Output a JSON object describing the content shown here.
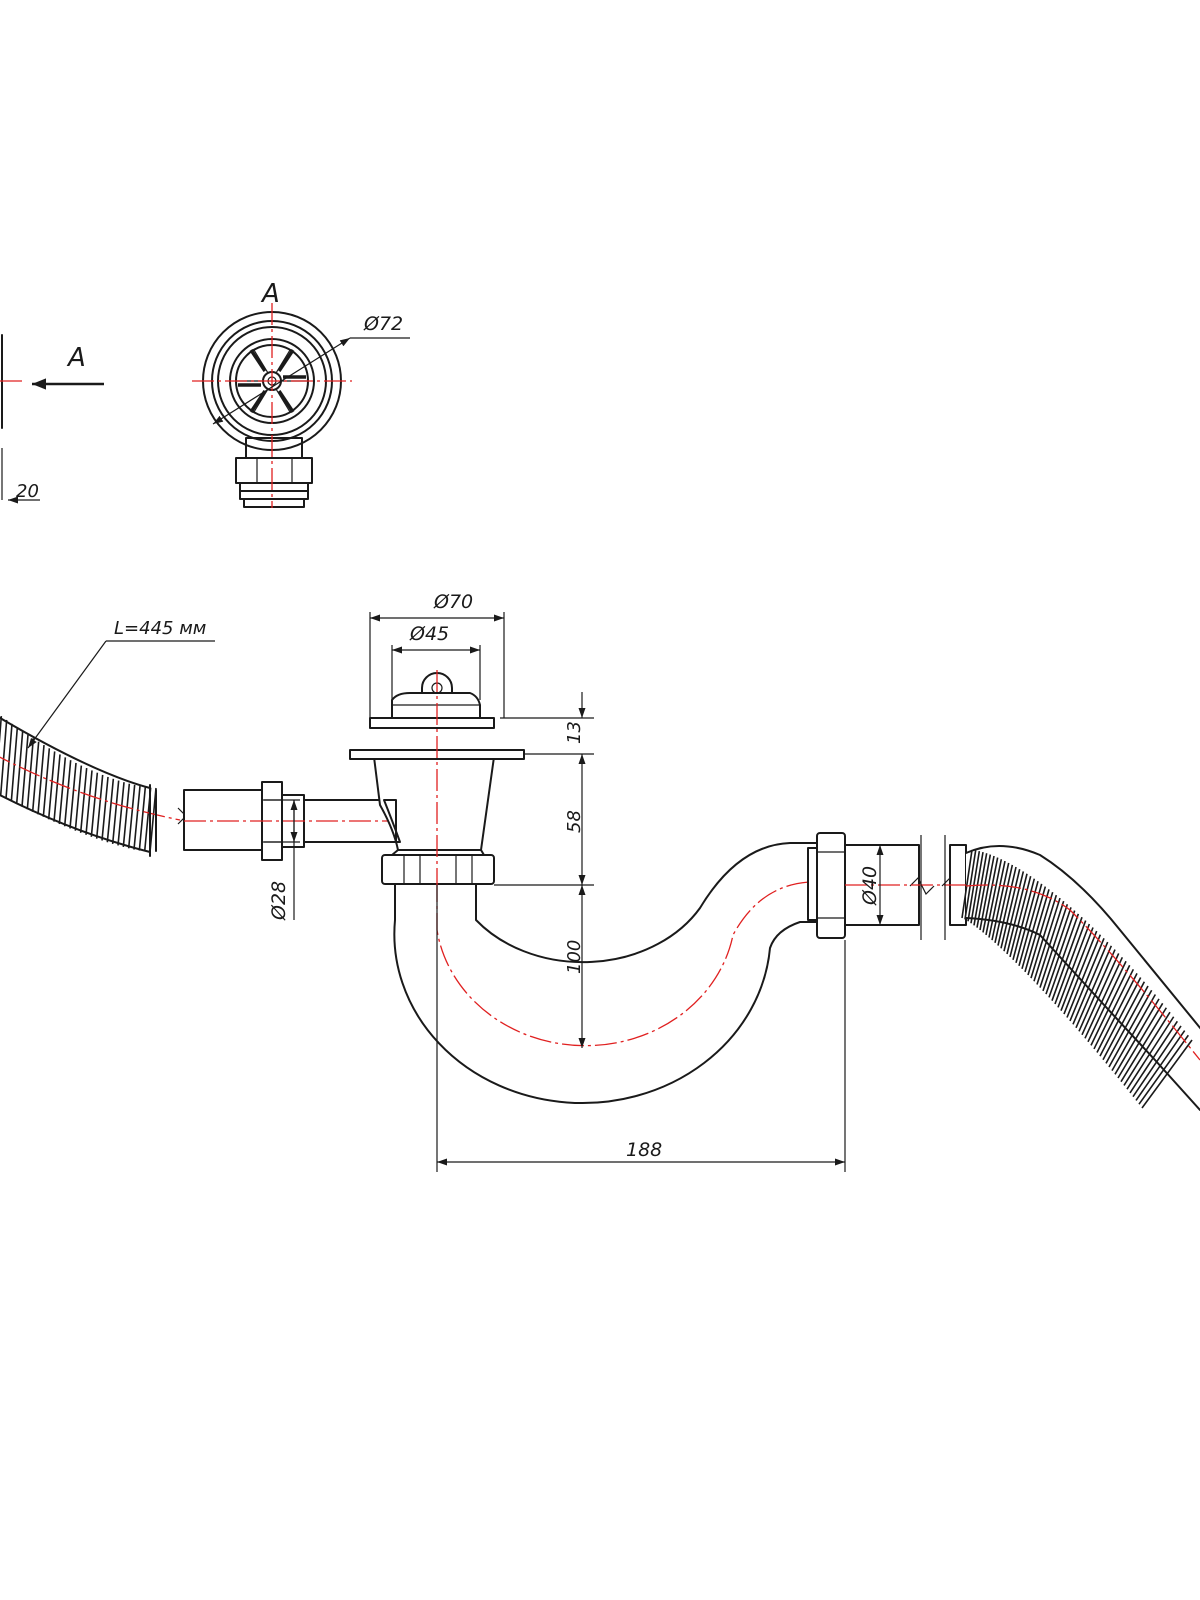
{
  "view_labels": {
    "view_a": "A",
    "arrow_a": "A"
  },
  "dimensions": {
    "side_thickness": "20",
    "grate_diameter": "Ø72",
    "flange_diameter": "Ø70",
    "outlet_diameter": "Ø45",
    "hose_length": "L=445 мм",
    "plug_height": "13",
    "body_height": "58",
    "trap_depth": "100",
    "inlet_diameter": "Ø28",
    "outlet_pipe_diameter": "Ø40",
    "trap_width": "188"
  },
  "colors": {
    "line": "#1a1a1a",
    "axis": "#e02020",
    "background": "#ffffff"
  }
}
